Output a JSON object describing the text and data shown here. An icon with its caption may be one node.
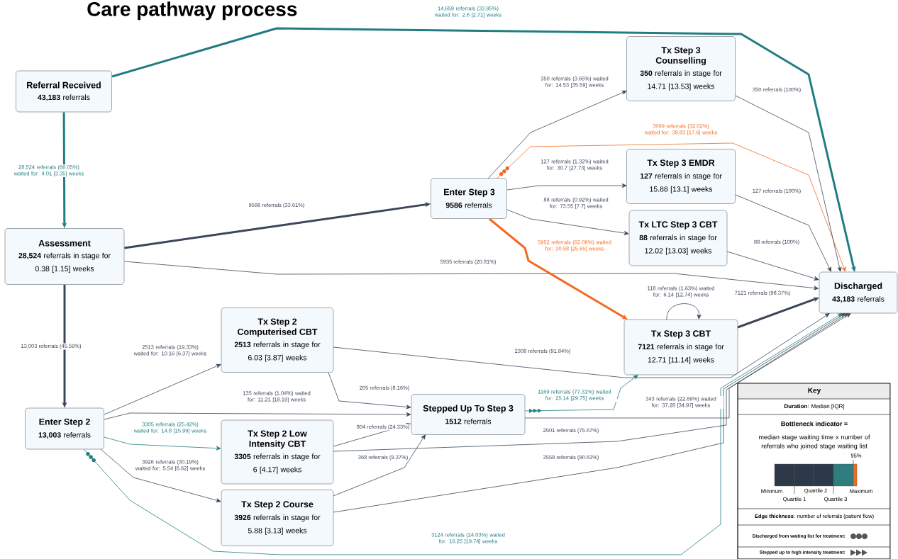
{
  "diagram": {
    "title": "Care pathway process",
    "nodes": [
      {
        "text": [
          "Referral Received",
          "**43,183** referrals"
        ]
      },
      {
        "text": [
          "Assessment",
          "**28,524** referrals in stage for",
          "0.38 [1.15] weeks"
        ]
      },
      {
        "text": [
          "Enter Step 3",
          "**9586** referrals"
        ]
      },
      {
        "text": [
          "Tx Step 3 Counselling",
          "**350** referrals in stage for",
          "14.71 [13.53] weeks"
        ]
      },
      {
        "text": [
          "Tx Step 3 EMDR",
          "**127** referrals in stage for",
          "15.88 [13.1] weeks"
        ]
      },
      {
        "text": [
          "Tx LTC Step 3 CBT",
          "**88** referrals in stage for",
          "12.02 [13.03] weeks"
        ]
      },
      {
        "text": [
          "Discharged",
          "**43,183** referrals"
        ]
      },
      {
        "text": [
          "Tx Step 2 Computerised CBT",
          "**2513** referrals in stage for",
          "6.03 [3.87] weeks"
        ]
      },
      {
        "text": [
          "Tx Step 3 CBT",
          "**7121** referrals in stage for",
          "12.71 [11.14] weeks"
        ]
      },
      {
        "text": [
          "Enter Step 2",
          "**13,003** referrals"
        ]
      },
      {
        "text": [
          "Stepped Up To Step 3",
          "**1512** referrals"
        ]
      },
      {
        "text": [
          "Tx Step 2 Low Intensity CBT",
          "**3305** referrals in stage for",
          "6 [4.17] weeks"
        ]
      },
      {
        "text": [
          "Tx Step 2 Course",
          "**3926** referrals in stage for",
          "5.88 [3.13] weeks"
        ]
      }
    ],
    "edges": [
      {
        "from": 0,
        "to": 6,
        "arrow": "to",
        "label": "14,659 referrals (33.95%) waited for: 2.6 [2.71] weeks",
        "style": "thick",
        "color": "#217d80"
      },
      {
        "from": 0,
        "to": 1,
        "arrow": "to",
        "label": "28,524 referrals (66.05%) waited for: 4.01 [3.35] weeks",
        "style": "thick",
        "color": "#217d80"
      },
      {
        "from": 1,
        "to": 2,
        "arrow": "to",
        "label": "9586 referrals (33.61%)",
        "style": "thick"
      },
      {
        "from": 1,
        "to": 6,
        "arrow": "to",
        "label": "5935 referrals (20.81%)"
      },
      {
        "from": 1,
        "to": 9,
        "arrow": "to",
        "label": "13,003 referrals (45.59%)",
        "style": "thick"
      },
      {
        "from": 2,
        "to": 3,
        "arrow": "to",
        "label": "350 referrals (3.65%) waited for: 14.53 [35.59] weeks"
      },
      {
        "from": 2,
        "to": 6,
        "arrow": "to",
        "label": "3069 referrals (32.02%) waited for: 38.83 [17.6] weeks",
        "color": "#f26a21"
      },
      {
        "from": 2,
        "to": 4,
        "arrow": "to",
        "label": "127 referrals (1.32%) waited for: 30.7 [27.73] weeks"
      },
      {
        "from": 2,
        "to": 5,
        "arrow": "to",
        "label": "88 referrals (0.92%) waited for: 73.55 [7.7] weeks"
      },
      {
        "from": 2,
        "to": 8,
        "arrow": "to",
        "label": "5952 referrals (62.09%) waited for: 30.58 [25.65] weeks",
        "style": "thick",
        "color": "#f26a21"
      },
      {
        "from": 3,
        "to": 6,
        "arrow": "to",
        "label": "350 referrals (100%)"
      },
      {
        "from": 4,
        "to": 6,
        "arrow": "to",
        "label": "127 referrals (100%)"
      },
      {
        "from": 5,
        "to": 6,
        "arrow": "to",
        "label": "88 referrals (100%)"
      },
      {
        "from": 8,
        "to": 8,
        "arrow": "to",
        "label": "118 referrals (1.63%) waited for: 6.14 [12.74] weeks"
      },
      {
        "from": 8,
        "to": 6,
        "arrow": "to",
        "label": "7121 referrals (98.37%)",
        "style": "thick"
      },
      {
        "from": 7,
        "to": 6,
        "arrow": "to",
        "label": "2308 referrals (91.84%)"
      },
      {
        "from": 7,
        "to": 10,
        "arrow": "to",
        "label": "205 referrals (8.16%)"
      },
      {
        "from": 9,
        "to": 7,
        "arrow": "to",
        "label": "2513 referrals (19.33%) waited for: 10.16 [6.37] weeks"
      },
      {
        "from": 9,
        "to": 10,
        "arrow": "to",
        "label": "135 referrals (1.04%) waited for: 11.21 [18.19] weeks"
      },
      {
        "from": 9,
        "to": 11,
        "arrow": "to",
        "label": "3305 referrals (25.42%) waited for: 14.8 [15.99] weeks",
        "color": "#217d80"
      },
      {
        "from": 9,
        "to": 12,
        "arrow": "to",
        "label": "3926 referrals (30.19%) waited for: 5.54 [6.62] weeks"
      },
      {
        "from": 9,
        "to": 6,
        "arrow": "to",
        "label": "3124 referrals (24.03%) waited for: 16.25 [19.74] weeks",
        "color": "#217d80"
      },
      {
        "from": 10,
        "to": 8,
        "arrow": "to",
        "label": "1169 referrals (77.31%) waited for: 25.14 [29.75] weeks",
        "color": "#217d80"
      },
      {
        "from": 10,
        "to": 6,
        "arrow": "to",
        "label": "343 referrals (22.69%) waited for: 37.28 [34.97] weeks"
      },
      {
        "from": 11,
        "to": 10,
        "arrow": "to",
        "label": "804 referrals (24.33%)"
      },
      {
        "from": 11,
        "to": 6,
        "arrow": "to",
        "label": "2501 referrals (75.67%)"
      },
      {
        "from": 12,
        "to": 10,
        "arrow": "to",
        "label": "368 referrals (9.37%)"
      },
      {
        "from": 12,
        "to": 6,
        "arrow": "to",
        "label": "3558 referrals (90.63%)"
      }
    ],
    "labels": [
      "Key",
      "**Duration**: Median [IQR]",
      "Bottleneck indicator =",
      "median stage waiting time x number of referrals who joined stage waiting list",
      "95%",
      "Minimum",
      "Quartile 1",
      "Quartile 2",
      "Quartile 3",
      "Maximum",
      "**Edge thickness**: number of referrals (patient flow)"
    ],
    "legend": [
      {
        "text": "Discharged from waiting list for treatment:"
      },
      {
        "text": "Stepped up to high intensity treatment:"
      }
    ]
  }
}
